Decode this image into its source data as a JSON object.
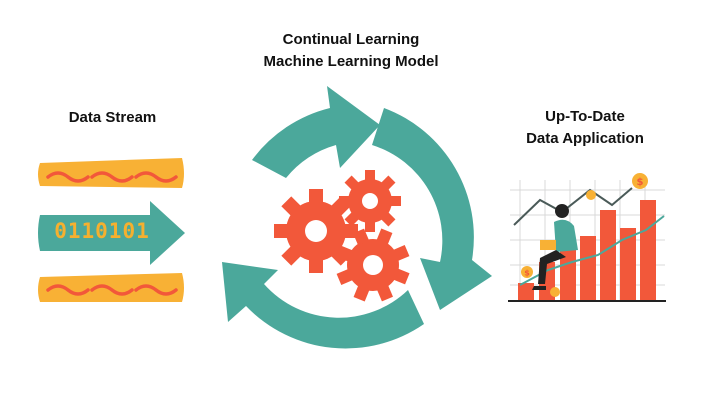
{
  "labels": {
    "center_line1": "Continual Learning",
    "center_line2": "Machine Learning Model",
    "left": "Data Stream",
    "right_line1": "Up-To-Date",
    "right_line2": "Data Application"
  },
  "binary": "0110101",
  "coin_symbol": "$",
  "colors": {
    "teal": "#4ba89b",
    "orange": "#f2583a",
    "yellow": "#f8b135",
    "dark": "#222222"
  }
}
